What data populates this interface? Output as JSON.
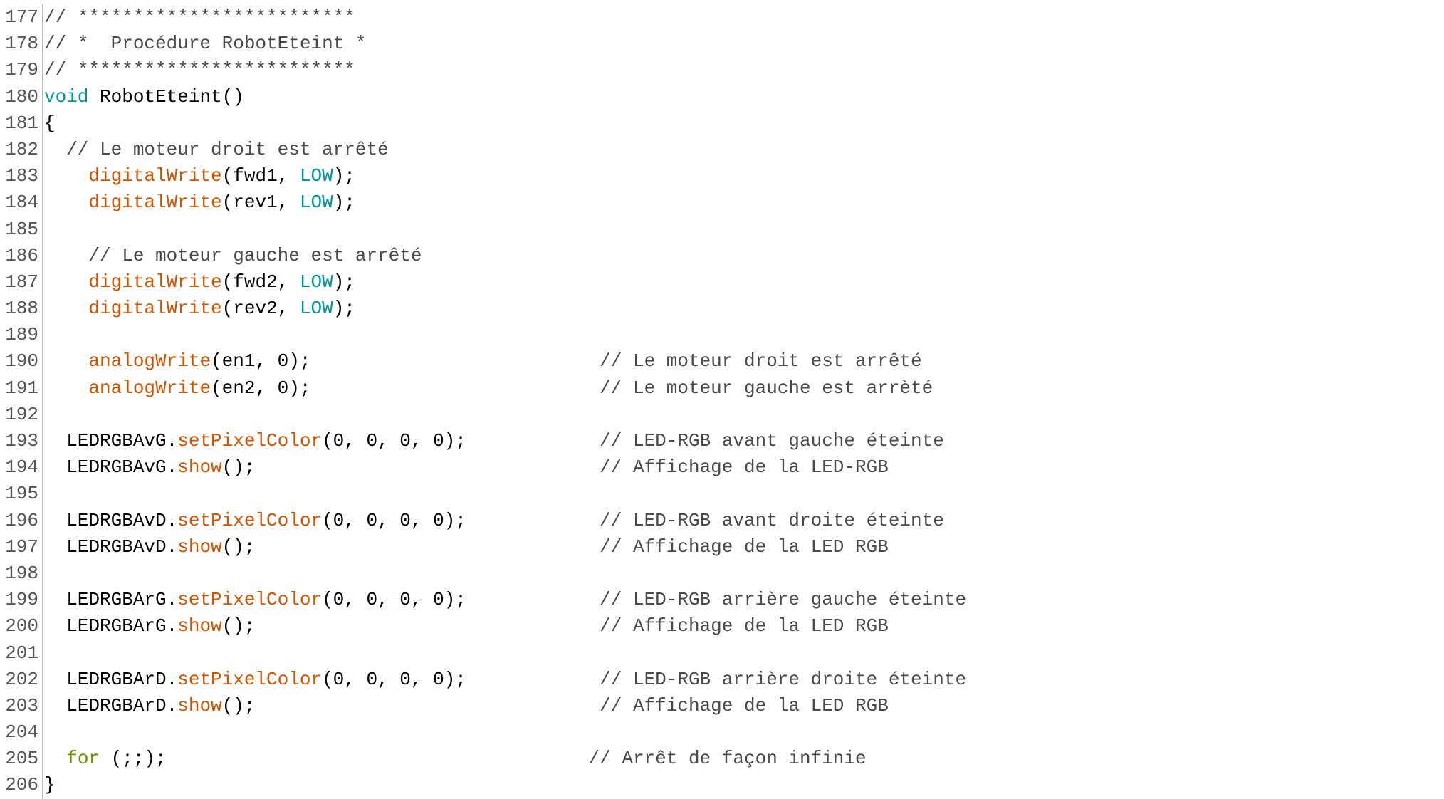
{
  "editor": {
    "colors": {
      "comment": "#4a4a4a",
      "keyword": "#00979c",
      "builtin": "#d35400",
      "constant": "#00979c",
      "control": "#728e00",
      "text": "#000000",
      "gutter": "#555555"
    },
    "lines": [
      {
        "num": "177",
        "tokens": [
          {
            "t": "// *************************",
            "k": "comment"
          }
        ]
      },
      {
        "num": "178",
        "tokens": [
          {
            "t": "// *  Procédure RobotEteint *",
            "k": "comment"
          }
        ]
      },
      {
        "num": "179",
        "tokens": [
          {
            "t": "// *************************",
            "k": "comment"
          }
        ]
      },
      {
        "num": "180",
        "tokens": [
          {
            "t": "void",
            "k": "keyword"
          },
          {
            "t": " RobotEteint()",
            "k": "text"
          }
        ]
      },
      {
        "num": "181",
        "tokens": [
          {
            "t": "{",
            "k": "text"
          }
        ]
      },
      {
        "num": "182",
        "tokens": [
          {
            "t": "  // Le moteur droit est arrêté",
            "k": "comment"
          }
        ]
      },
      {
        "num": "183",
        "tokens": [
          {
            "t": "    ",
            "k": "text"
          },
          {
            "t": "digitalWrite",
            "k": "builtin"
          },
          {
            "t": "(fwd1, ",
            "k": "text"
          },
          {
            "t": "LOW",
            "k": "constant"
          },
          {
            "t": ");",
            "k": "text"
          }
        ]
      },
      {
        "num": "184",
        "tokens": [
          {
            "t": "    ",
            "k": "text"
          },
          {
            "t": "digitalWrite",
            "k": "builtin"
          },
          {
            "t": "(rev1, ",
            "k": "text"
          },
          {
            "t": "LOW",
            "k": "constant"
          },
          {
            "t": ");",
            "k": "text"
          }
        ]
      },
      {
        "num": "185",
        "tokens": []
      },
      {
        "num": "186",
        "tokens": [
          {
            "t": "    // Le moteur gauche est arrêté",
            "k": "comment"
          }
        ]
      },
      {
        "num": "187",
        "tokens": [
          {
            "t": "    ",
            "k": "text"
          },
          {
            "t": "digitalWrite",
            "k": "builtin"
          },
          {
            "t": "(fwd2, ",
            "k": "text"
          },
          {
            "t": "LOW",
            "k": "constant"
          },
          {
            "t": ");",
            "k": "text"
          }
        ]
      },
      {
        "num": "188",
        "tokens": [
          {
            "t": "    ",
            "k": "text"
          },
          {
            "t": "digitalWrite",
            "k": "builtin"
          },
          {
            "t": "(rev2, ",
            "k": "text"
          },
          {
            "t": "LOW",
            "k": "constant"
          },
          {
            "t": ");",
            "k": "text"
          }
        ]
      },
      {
        "num": "189",
        "tokens": []
      },
      {
        "num": "190",
        "tokens": [
          {
            "t": "    ",
            "k": "text"
          },
          {
            "t": "analogWrite",
            "k": "builtin"
          },
          {
            "t": "(en1, 0);                          ",
            "k": "text"
          },
          {
            "t": "// Le moteur droit est arrêté",
            "k": "comment"
          }
        ]
      },
      {
        "num": "191",
        "tokens": [
          {
            "t": "    ",
            "k": "text"
          },
          {
            "t": "analogWrite",
            "k": "builtin"
          },
          {
            "t": "(en2, 0);                          ",
            "k": "text"
          },
          {
            "t": "// Le moteur gauche est arrèté",
            "k": "comment"
          }
        ]
      },
      {
        "num": "192",
        "tokens": []
      },
      {
        "num": "193",
        "tokens": [
          {
            "t": "  LEDRGBAvG.",
            "k": "text"
          },
          {
            "t": "setPixelColor",
            "k": "builtin"
          },
          {
            "t": "(0, 0, 0, 0);            ",
            "k": "text"
          },
          {
            "t": "// LED-RGB avant gauche éteinte",
            "k": "comment"
          }
        ]
      },
      {
        "num": "194",
        "tokens": [
          {
            "t": "  LEDRGBAvG.",
            "k": "text"
          },
          {
            "t": "show",
            "k": "builtin"
          },
          {
            "t": "();                               ",
            "k": "text"
          },
          {
            "t": "// Affichage de la LED-RGB",
            "k": "comment"
          }
        ]
      },
      {
        "num": "195",
        "tokens": []
      },
      {
        "num": "196",
        "tokens": [
          {
            "t": "  LEDRGBAvD.",
            "k": "text"
          },
          {
            "t": "setPixelColor",
            "k": "builtin"
          },
          {
            "t": "(0, 0, 0, 0);            ",
            "k": "text"
          },
          {
            "t": "// LED-RGB avant droite éteinte",
            "k": "comment"
          }
        ]
      },
      {
        "num": "197",
        "tokens": [
          {
            "t": "  LEDRGBAvD.",
            "k": "text"
          },
          {
            "t": "show",
            "k": "builtin"
          },
          {
            "t": "();                               ",
            "k": "text"
          },
          {
            "t": "// Affichage de la LED RGB",
            "k": "comment"
          }
        ]
      },
      {
        "num": "198",
        "tokens": []
      },
      {
        "num": "199",
        "tokens": [
          {
            "t": "  LEDRGBArG.",
            "k": "text"
          },
          {
            "t": "setPixelColor",
            "k": "builtin"
          },
          {
            "t": "(0, 0, 0, 0);            ",
            "k": "text"
          },
          {
            "t": "// LED-RGB arrière gauche éteinte",
            "k": "comment"
          }
        ]
      },
      {
        "num": "200",
        "tokens": [
          {
            "t": "  LEDRGBArG.",
            "k": "text"
          },
          {
            "t": "show",
            "k": "builtin"
          },
          {
            "t": "();                               ",
            "k": "text"
          },
          {
            "t": "// Affichage de la LED RGB",
            "k": "comment"
          }
        ]
      },
      {
        "num": "201",
        "tokens": []
      },
      {
        "num": "202",
        "tokens": [
          {
            "t": "  LEDRGBArD.",
            "k": "text"
          },
          {
            "t": "setPixelColor",
            "k": "builtin"
          },
          {
            "t": "(0, 0, 0, 0);            ",
            "k": "text"
          },
          {
            "t": "// LED-RGB arrière droite éteinte",
            "k": "comment"
          }
        ]
      },
      {
        "num": "203",
        "tokens": [
          {
            "t": "  LEDRGBArD.",
            "k": "text"
          },
          {
            "t": "show",
            "k": "builtin"
          },
          {
            "t": "();                               ",
            "k": "text"
          },
          {
            "t": "// Affichage de la LED RGB",
            "k": "comment"
          }
        ]
      },
      {
        "num": "204",
        "tokens": []
      },
      {
        "num": "205",
        "tokens": [
          {
            "t": "  ",
            "k": "text"
          },
          {
            "t": "for",
            "k": "control"
          },
          {
            "t": " (;;);                                      ",
            "k": "text"
          },
          {
            "t": "// Arrêt de façon infinie",
            "k": "comment"
          }
        ]
      },
      {
        "num": "206",
        "tokens": [
          {
            "t": "}",
            "k": "text"
          }
        ]
      }
    ]
  }
}
